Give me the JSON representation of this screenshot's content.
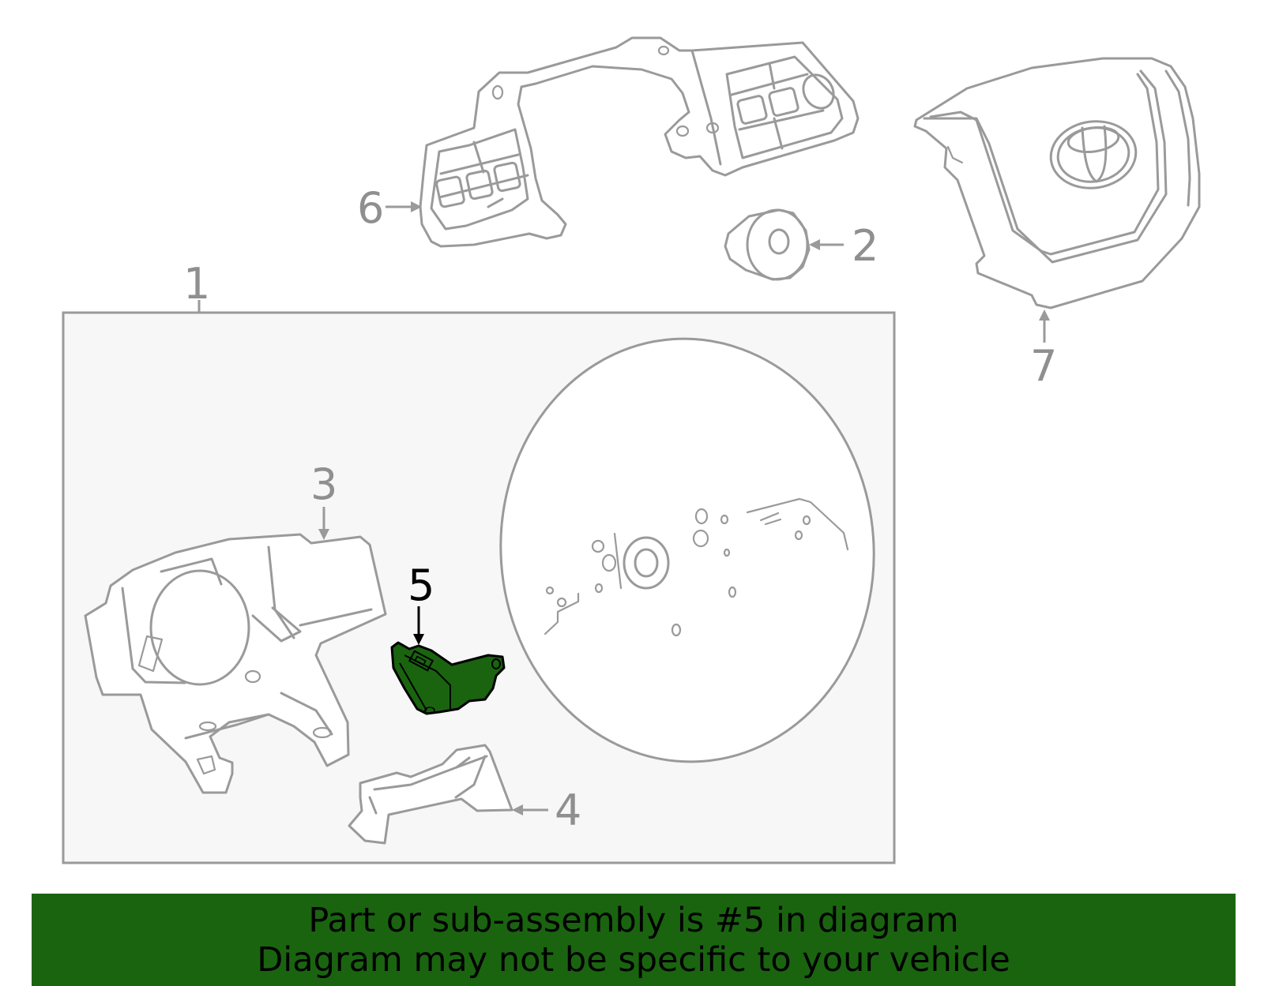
{
  "diagram": {
    "callouts": {
      "c1": "1",
      "c2": "2",
      "c3": "3",
      "c4": "4",
      "c5": "5",
      "c6": "6",
      "c7": "7"
    },
    "highlighted_part": "5",
    "colors": {
      "line": "#9a9a9a",
      "highlight": "#1a6410",
      "panel": "#f7f7f7"
    }
  },
  "banner": {
    "line1": "Part or sub-assembly is #5 in diagram",
    "line2": "Diagram may not be specific to your vehicle"
  }
}
